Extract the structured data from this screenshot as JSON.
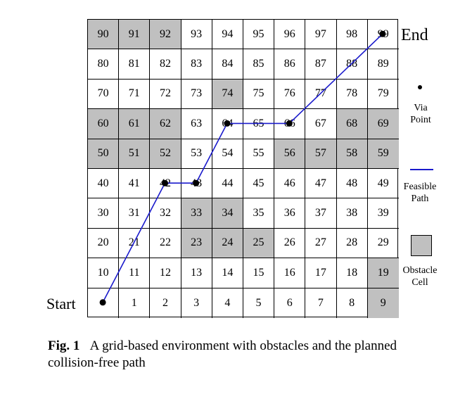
{
  "grid": {
    "rows": [
      [
        90,
        91,
        92,
        93,
        94,
        95,
        96,
        97,
        98,
        99
      ],
      [
        80,
        81,
        82,
        83,
        84,
        85,
        86,
        87,
        88,
        89
      ],
      [
        70,
        71,
        72,
        73,
        74,
        75,
        76,
        77,
        78,
        79
      ],
      [
        60,
        61,
        62,
        63,
        64,
        65,
        66,
        67,
        68,
        69
      ],
      [
        50,
        51,
        52,
        53,
        54,
        55,
        56,
        57,
        58,
        59
      ],
      [
        40,
        41,
        42,
        43,
        44,
        45,
        46,
        47,
        48,
        49
      ],
      [
        30,
        31,
        32,
        33,
        34,
        35,
        36,
        37,
        38,
        39
      ],
      [
        20,
        21,
        22,
        23,
        24,
        25,
        26,
        27,
        28,
        29
      ],
      [
        10,
        11,
        12,
        13,
        14,
        15,
        16,
        17,
        18,
        19
      ],
      [
        "",
        1,
        2,
        3,
        4,
        5,
        6,
        7,
        8,
        9
      ]
    ],
    "obstacles": [
      90,
      91,
      92,
      74,
      60,
      61,
      62,
      68,
      69,
      50,
      51,
      52,
      56,
      57,
      58,
      59,
      33,
      34,
      23,
      24,
      25,
      19,
      9
    ],
    "obstacle_color": "#c0c0c0"
  },
  "path": {
    "cells": [
      0,
      42,
      43,
      64,
      66,
      99
    ],
    "via_points": [
      0,
      42,
      43,
      64,
      66,
      99
    ],
    "color": "#1a1acc"
  },
  "labels": {
    "start": "Start",
    "end": "End"
  },
  "legend": {
    "via_label": "Via\nPoint",
    "path_label": "Feasible\nPath",
    "obstacle_label": "Obstacle\nCell"
  },
  "caption": {
    "fig": "Fig. 1",
    "text": "A grid-based environment with obstacles and the planned collision-free path"
  }
}
